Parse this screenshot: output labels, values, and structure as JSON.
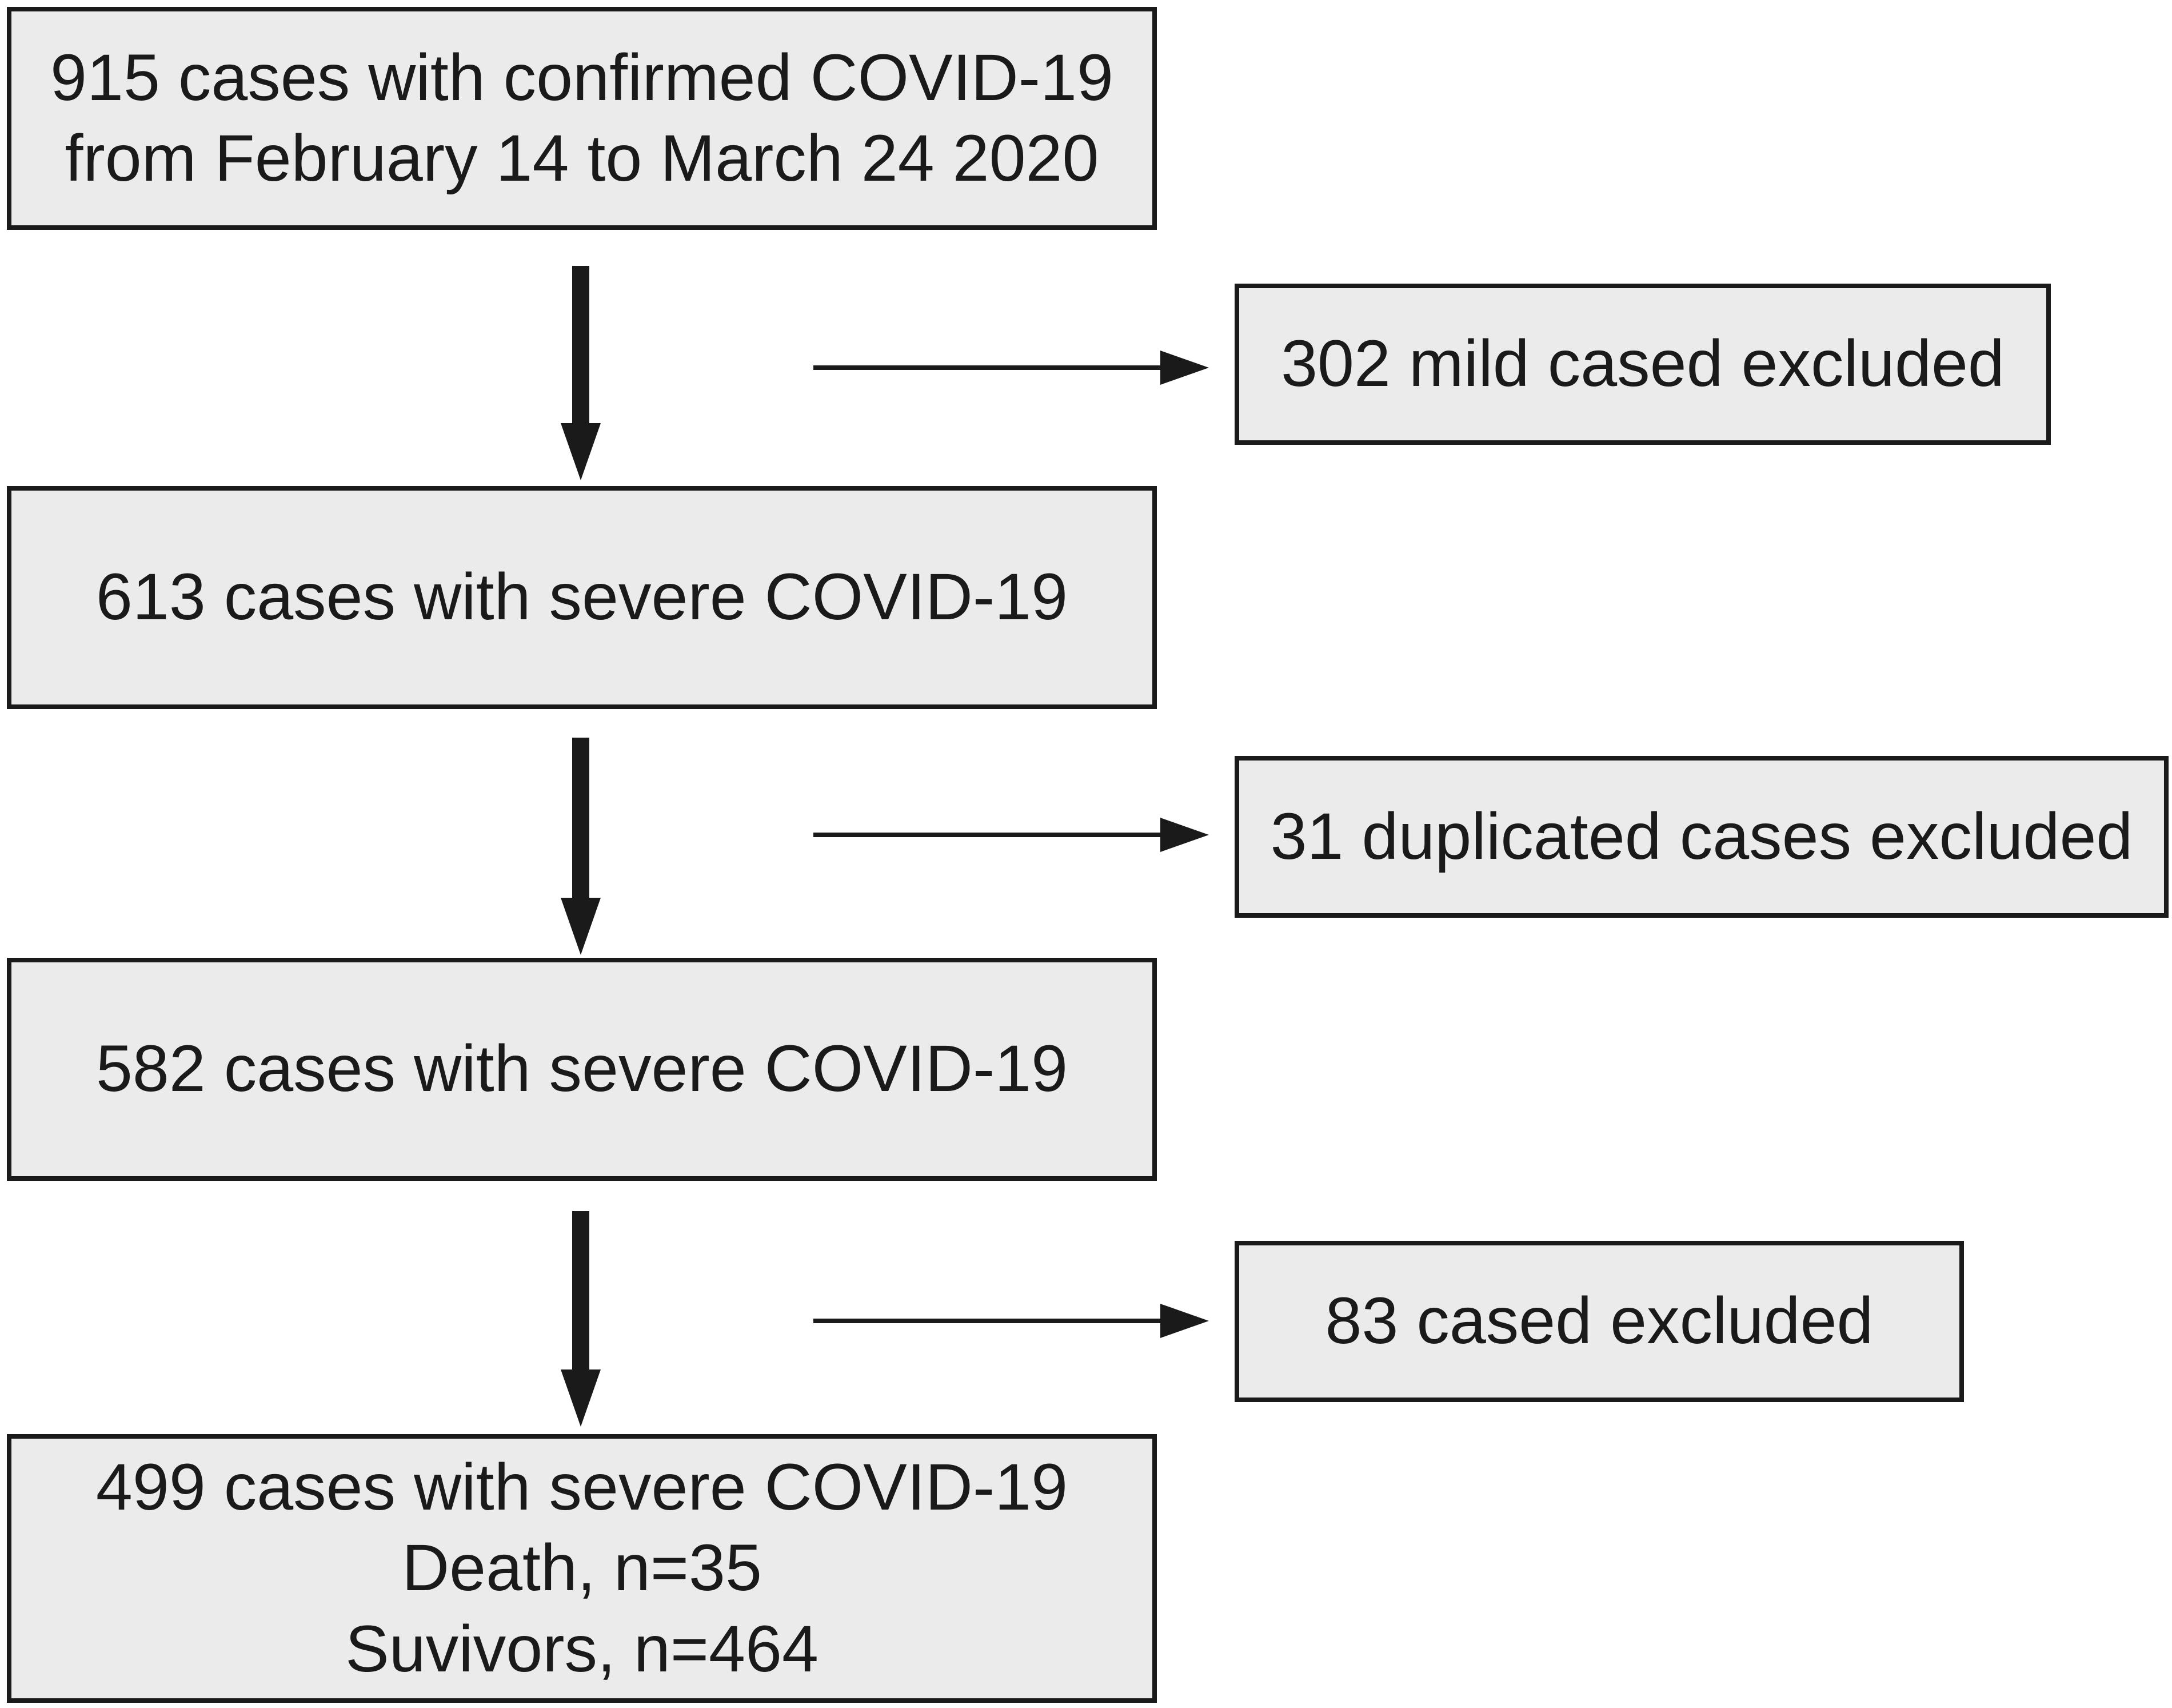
{
  "flowchart": {
    "main_steps": [
      {
        "lines": [
          "915 cases with confirmed COVID-19",
          "from February 14 to March 24 2020"
        ]
      },
      {
        "lines": [
          "613 cases with severe COVID-19"
        ]
      },
      {
        "lines": [
          "582 cases with severe COVID-19"
        ]
      },
      {
        "lines": [
          "499 cases with severe COVID-19",
          "Death, n=35",
          "Suvivors, n=464"
        ]
      }
    ],
    "exclusions": [
      {
        "label": "302 mild cased excluded"
      },
      {
        "label": "31 duplicated cases excluded"
      },
      {
        "label": "83 cased excluded"
      }
    ]
  },
  "colors": {
    "box_fill": "#ebebeb",
    "stroke": "#1a1a1a",
    "background": "#ffffff"
  }
}
